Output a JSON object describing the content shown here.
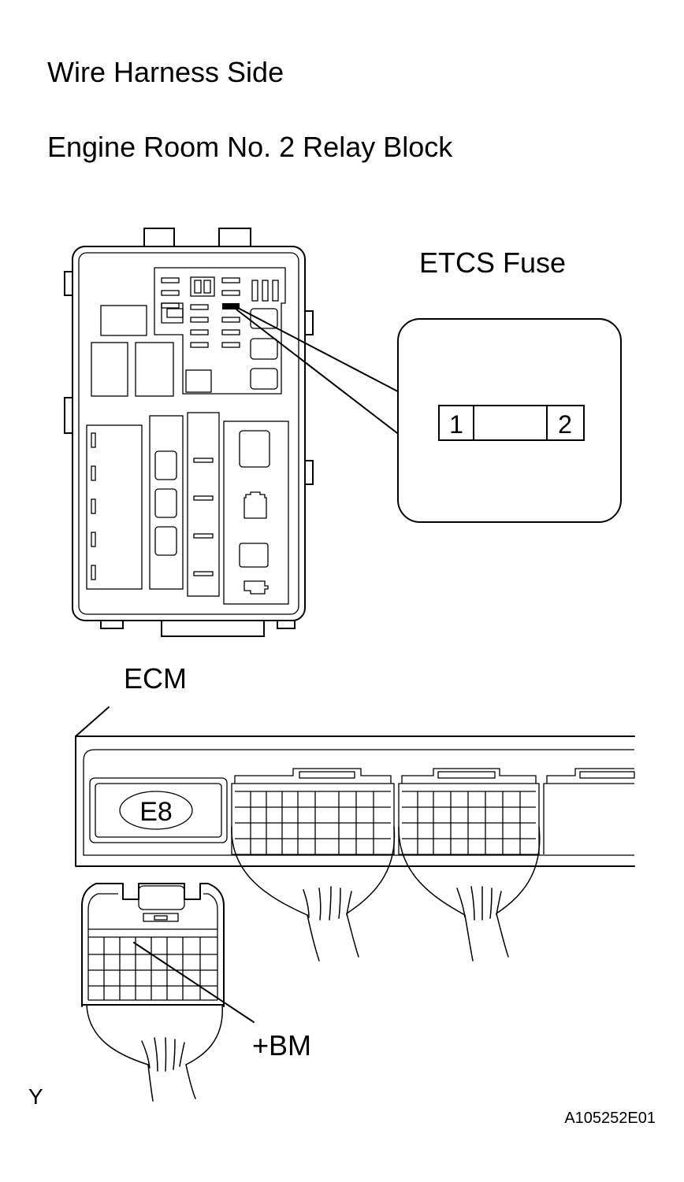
{
  "heading": {
    "line1": "Wire Harness Side",
    "line2": "Engine Room No. 2 Relay Block"
  },
  "fuse": {
    "label": "ETCS Fuse",
    "terminal_1": "1",
    "terminal_2": "2"
  },
  "ecm": {
    "label": "ECM",
    "connector_id": "E8",
    "pin_label": "+BM"
  },
  "corner_mark": "Y",
  "figure_code": "A105252E01"
}
